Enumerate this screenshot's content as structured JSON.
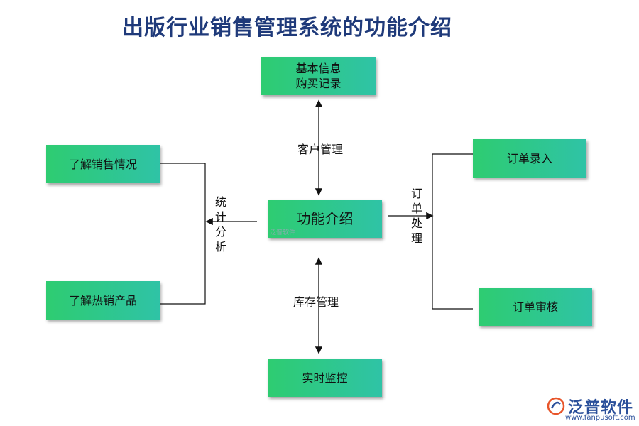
{
  "title": "出版行业销售管理系统的功能介绍",
  "center": "功能介绍",
  "top_box": {
    "line1": "基本信息",
    "line2": "购买记录"
  },
  "left_boxes": [
    "了解销售情况",
    "了解热销产品"
  ],
  "right_boxes": [
    "订单录入",
    "订单审核"
  ],
  "bottom_box": "实时监控",
  "edge_labels": {
    "top": "客户管理",
    "bottom": "库存管理",
    "left": [
      "统",
      "计",
      "分",
      "析"
    ],
    "right": [
      "订",
      "单",
      "处",
      "理"
    ]
  },
  "watermark": "泛普软件",
  "logo": {
    "text": "泛普软件",
    "url": "www.fanpusoft.com"
  },
  "colors": {
    "box_start": "#2ecc71",
    "box_end": "#2fc3a6",
    "title": "#1f3a7a",
    "logo": "#2a4f9a"
  }
}
